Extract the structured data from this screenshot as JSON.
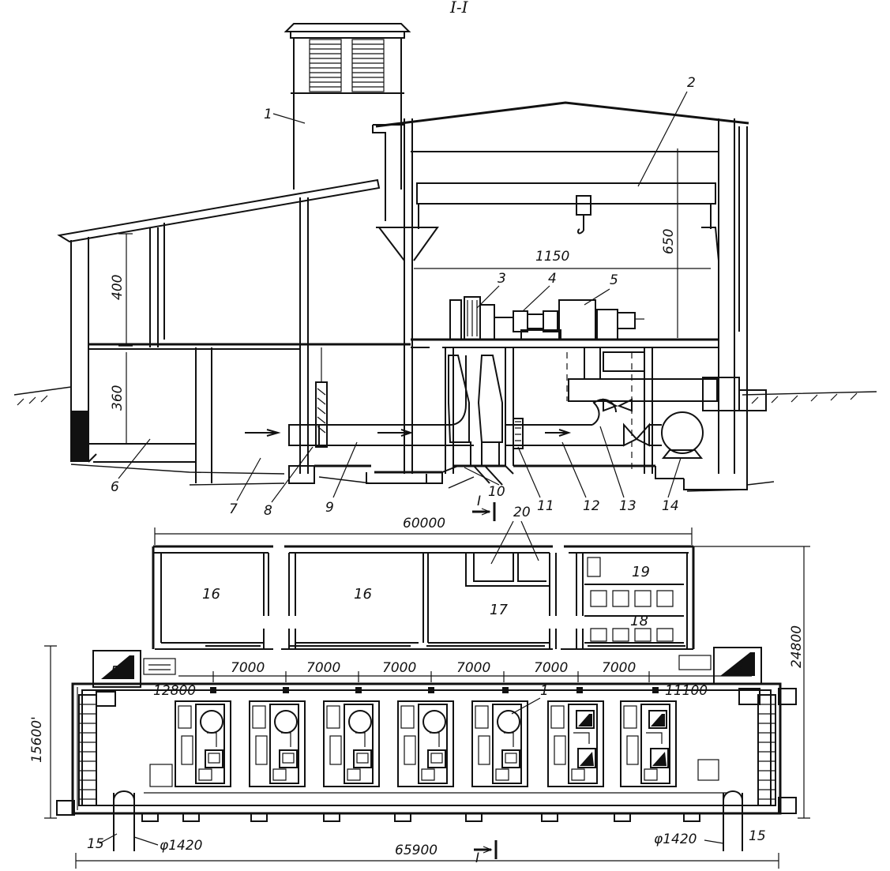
{
  "section_title": "I-I",
  "callouts": [
    "1",
    "2",
    "3",
    "4",
    "5",
    "6",
    "7",
    "8",
    "9",
    "10",
    "11",
    "12",
    "13",
    "14"
  ],
  "section_dims": {
    "roof_upper": "400",
    "roof_lower": "360",
    "span": "1150",
    "crane_height": "650"
  },
  "plan_dims": {
    "total_width_top": "60000",
    "bay": "7000",
    "left_offset": "12800",
    "right_offset": "11100",
    "total_length": "65900",
    "depth_left": "15600'",
    "depth_right": "24800",
    "pipe_diameter": "φ1420"
  },
  "plan_labels": {
    "rooms_16": "16",
    "room_17": "17",
    "room_18": "18",
    "room_19": "19",
    "label_20": "20",
    "tank_5": "5",
    "pipe_15": "15",
    "unit_1": "1",
    "cut_I": "I"
  }
}
